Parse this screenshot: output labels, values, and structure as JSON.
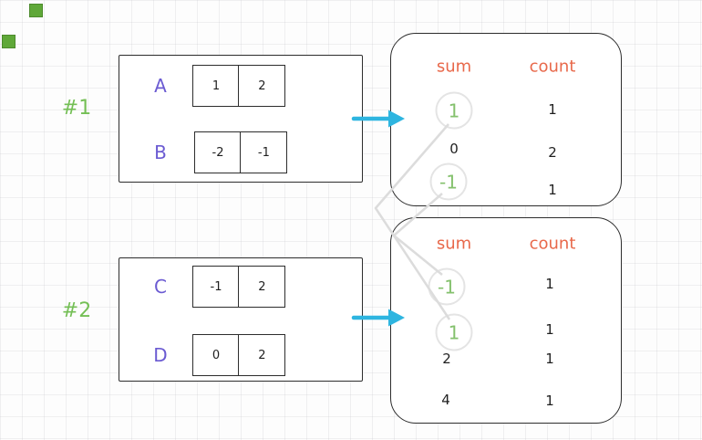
{
  "colors": {
    "row_label_purple": "#6b5bd2",
    "group_label_green": "#74bf55",
    "header_orange": "#e8684a",
    "arrow_cyan": "#2eb5e0",
    "highlight_green": "#84c16d",
    "connector_gray": "#dcdcdc",
    "marker_green": "#5fa838"
  },
  "group1": {
    "label": "#1",
    "rows": [
      {
        "name": "A",
        "cells": [
          "1",
          "2"
        ]
      },
      {
        "name": "B",
        "cells": [
          "-2",
          "-1"
        ]
      }
    ]
  },
  "group2": {
    "label": "#2",
    "rows": [
      {
        "name": "C",
        "cells": [
          "-1",
          "2"
        ]
      },
      {
        "name": "D",
        "cells": [
          "0",
          "2"
        ]
      }
    ]
  },
  "result1": {
    "sum_header": "sum",
    "count_header": "count",
    "rows": [
      {
        "sum": "1",
        "count": "1",
        "highlighted": true
      },
      {
        "sum": "0",
        "count": "2",
        "highlighted": false
      },
      {
        "sum": "-1",
        "count": "1",
        "highlighted": true
      }
    ]
  },
  "result2": {
    "sum_header": "sum",
    "count_header": "count",
    "rows": [
      {
        "sum": "-1",
        "count": "1",
        "highlighted": true
      },
      {
        "sum": "1",
        "count": "1",
        "highlighted": true
      },
      {
        "sum": "2",
        "count": "1",
        "highlighted": false
      },
      {
        "sum": "4",
        "count": "1",
        "highlighted": false
      }
    ]
  }
}
